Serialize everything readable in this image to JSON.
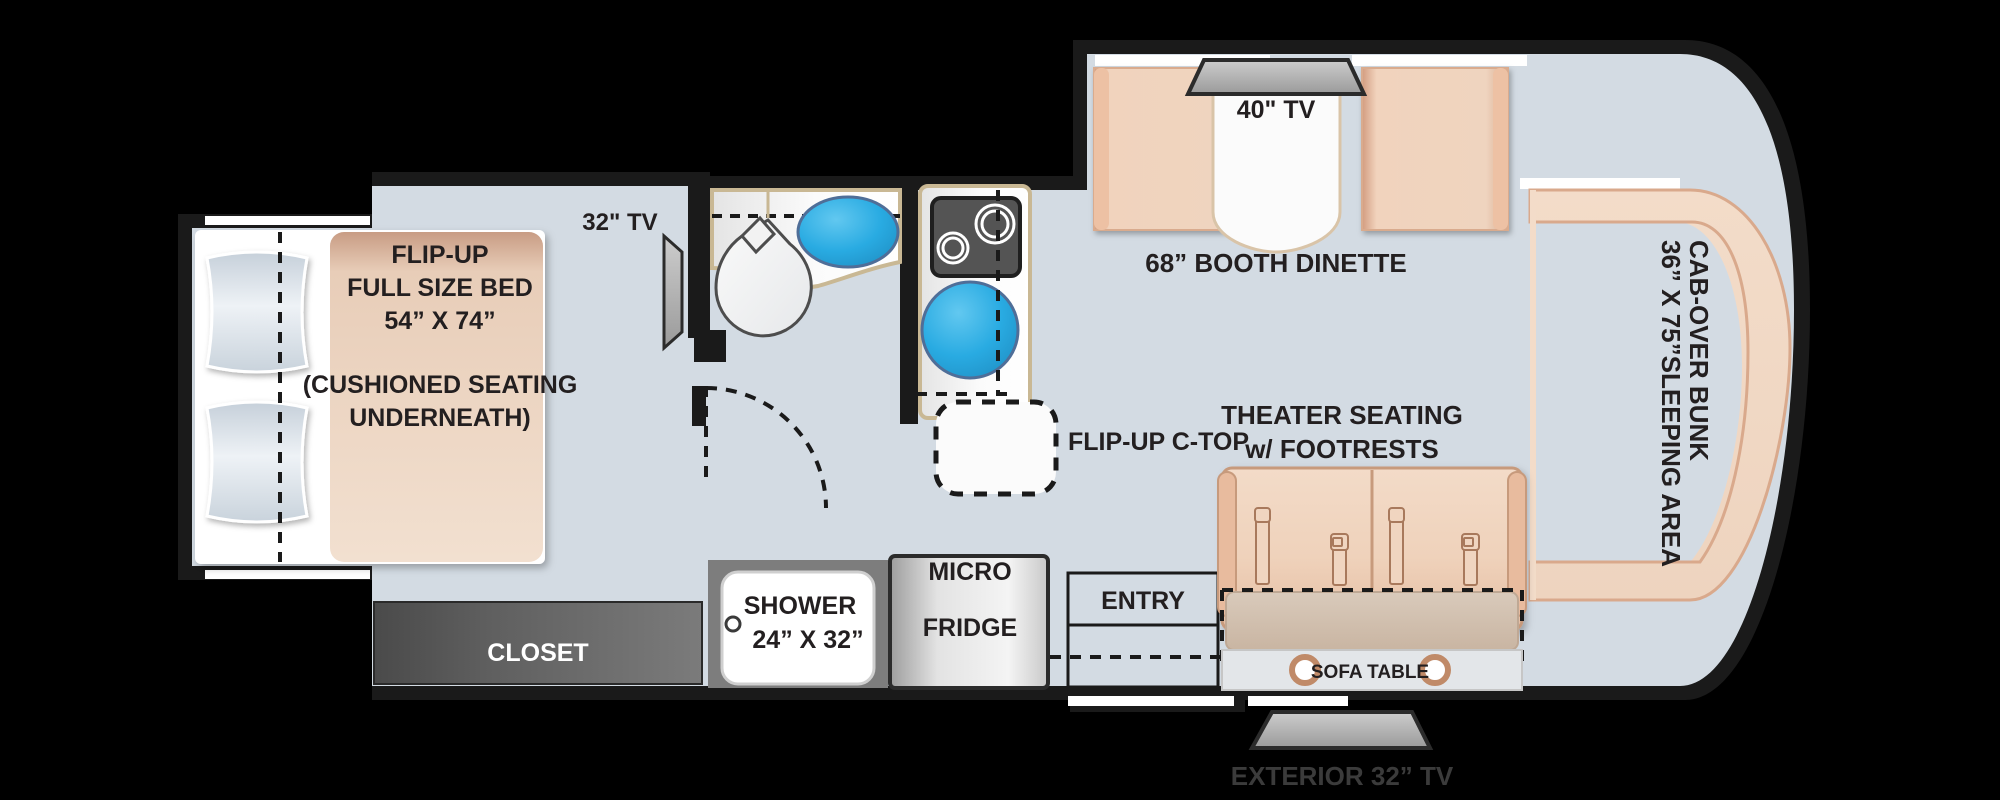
{
  "diagram": {
    "type": "rv-floorplan",
    "background_color": "#000000",
    "floor_color": "#d3dbe3",
    "furniture_color": "#f0dbc8",
    "wall_color": "#1a1a1a",
    "closet_color": "#5a5a5a",
    "accent_blue": "#29abe2"
  },
  "labels": {
    "tv_32": "32\" TV",
    "tv_40": "40\" TV",
    "bed_line1": "FLIP-UP",
    "bed_line2": "FULL SIZE BED",
    "bed_line3": "54” X 74”",
    "bed_line4": "(CUSHIONED SEATING",
    "bed_line5": "UNDERNEATH)",
    "closet": "CLOSET",
    "shower_line1": "SHOWER",
    "shower_line2": "24” X 32”",
    "micro": "MICRO",
    "fridge": "FRIDGE",
    "flip_up_ctop": "FLIP-UP C-TOP",
    "booth_dinette": "68” BOOTH DINETTE",
    "theater_line1": "THEATER SEATING",
    "theater_line2": "w/ FOOTRESTS",
    "entry": "ENTRY",
    "sofa_table": "SOFA TABLE",
    "exterior_tv": "EXTERIOR 32” TV",
    "cabover_line1": "CAB-OVER BUNK",
    "cabover_line2": "36” X 75”SLEEPING AREA"
  },
  "rooms": [
    {
      "name": "bedroom",
      "label": "FLIP-UP FULL SIZE BED 54” X 74”"
    },
    {
      "name": "bathroom",
      "label": "Toilet / lavatory"
    },
    {
      "name": "kitchen",
      "label": "Stove and sink galley"
    },
    {
      "name": "shower",
      "label": "SHOWER 24” X 32”"
    },
    {
      "name": "closet",
      "label": "CLOSET"
    },
    {
      "name": "dinette",
      "label": "68” BOOTH DINETTE"
    },
    {
      "name": "living",
      "label": "THEATER SEATING w/ FOOTRESTS"
    },
    {
      "name": "cabover",
      "label": "CAB-OVER BUNK 36” X 75”SLEEPING AREA"
    },
    {
      "name": "entry",
      "label": "ENTRY"
    }
  ]
}
